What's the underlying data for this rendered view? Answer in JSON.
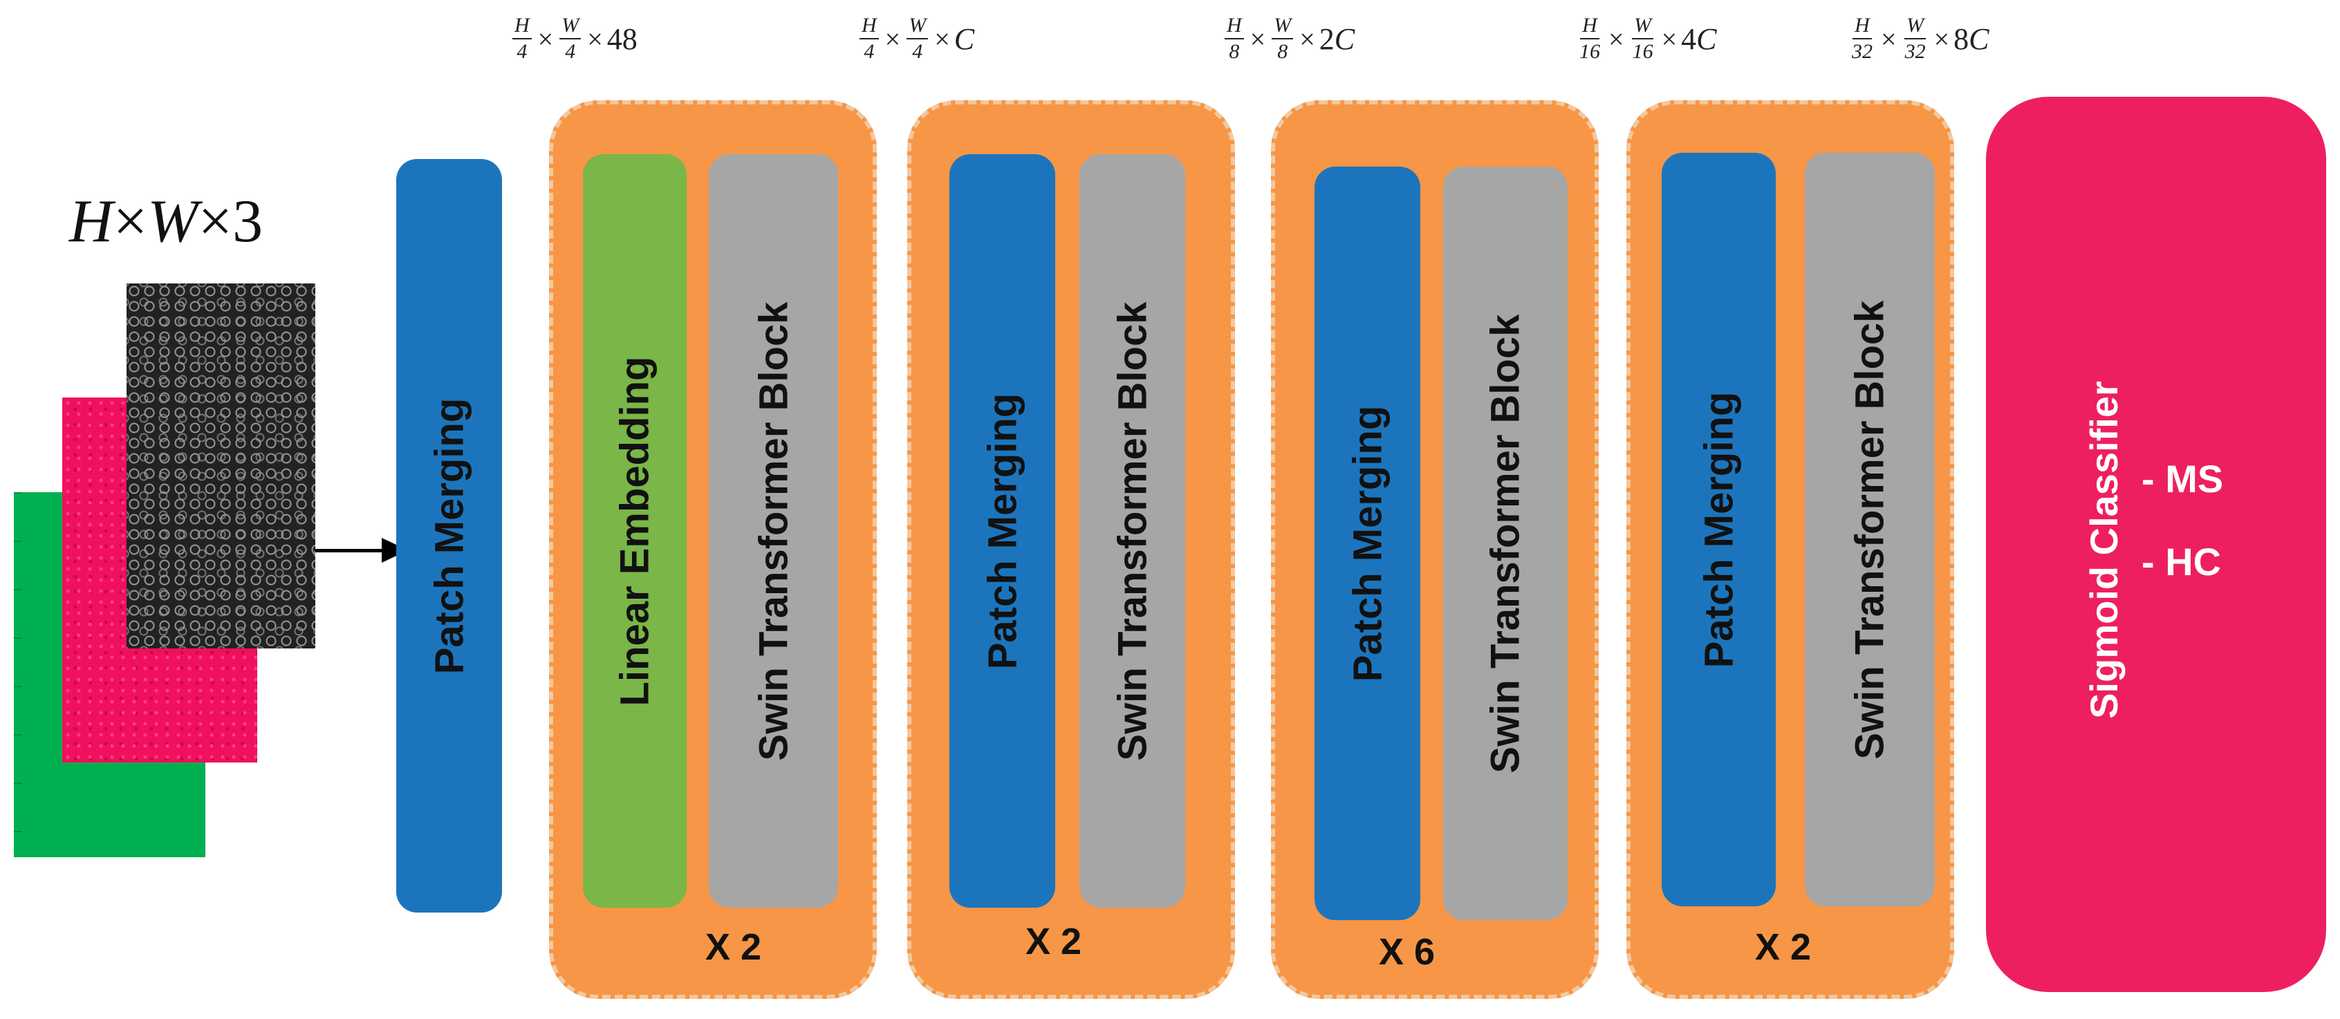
{
  "input": {
    "label_h": "H",
    "label_w": "W",
    "label_c": "3",
    "times": "×"
  },
  "dims": [
    {
      "num1": "H",
      "den1": "4",
      "num2": "W",
      "den2": "4",
      "suffix": "48",
      "suffix_italic": false
    },
    {
      "num1": "H",
      "den1": "4",
      "num2": "W",
      "den2": "4",
      "suffix": "C",
      "suffix_italic": true
    },
    {
      "num1": "H",
      "den1": "8",
      "num2": "W",
      "den2": "8",
      "suffix_num": "2",
      "suffix": "C",
      "suffix_italic": true
    },
    {
      "num1": "H",
      "den1": "16",
      "num2": "W",
      "den2": "16",
      "suffix_num": "4",
      "suffix": "C",
      "suffix_italic": true
    },
    {
      "num1": "H",
      "den1": "32",
      "num2": "W",
      "den2": "32",
      "suffix_num": "8",
      "suffix": "C",
      "suffix_italic": true
    }
  ],
  "blocks": {
    "patch_merging": "Patch Merging",
    "linear_embedding": "Linear Embedding",
    "swin_block": "Swin Transformer Block"
  },
  "stages": [
    {
      "repeat": "X 2"
    },
    {
      "repeat": "X 2"
    },
    {
      "repeat": "X 6"
    },
    {
      "repeat": "X 2"
    }
  ],
  "classifier": {
    "title": "Sigmoid Classifier",
    "classes": [
      "- MS",
      "- HC"
    ]
  },
  "colors": {
    "patch_merging": "#1c75bc",
    "swin_block": "#a6a6a6",
    "linear_embedding": "#7ab648",
    "stage_bg": "#f79646",
    "classifier": "#ee1f60",
    "input_green": "#00b050",
    "input_pink": "#f0105e"
  }
}
